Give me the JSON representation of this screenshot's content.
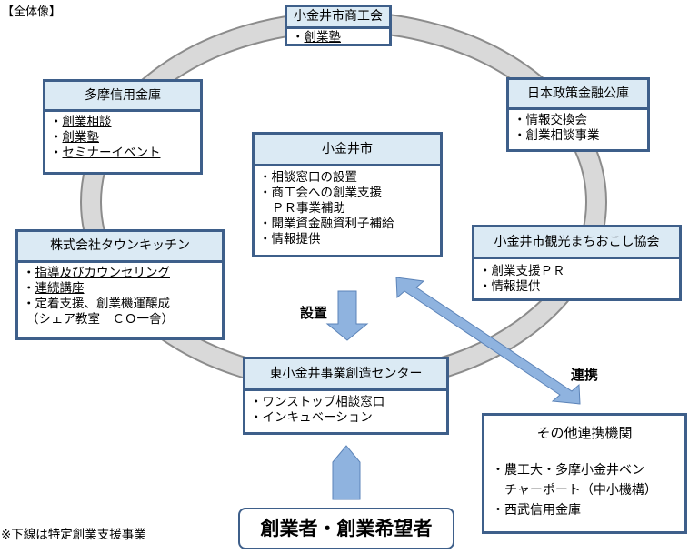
{
  "overview_title": "【全体像】",
  "note": "※下線は特定創業支援事業",
  "colors": {
    "border": "#3e5f8a",
    "header_fill": "#dbeaf4",
    "arrow_fill": "#8fb3df",
    "ring": "#d9d9d9",
    "ring_edge": "#8c8c8c"
  },
  "orgs": {
    "shokokai": {
      "title": "小金井市商工会",
      "items": [
        {
          "text": "創業塾",
          "underlined": true
        }
      ]
    },
    "tama_shinkin": {
      "title": "多摩信用金庫",
      "items": [
        {
          "text": "創業相談",
          "underlined": true
        },
        {
          "text": "創業塾",
          "underlined": true
        },
        {
          "text": "セミナーイベント",
          "underlined": true
        }
      ]
    },
    "jfc": {
      "title": "日本政策金融公庫",
      "items": [
        {
          "text": "情報交換会",
          "underlined": false
        },
        {
          "text": "創業相談事業",
          "underlined": false
        }
      ]
    },
    "city": {
      "title": "小金井市",
      "items": [
        {
          "text": "相談窓口の設置",
          "underlined": false
        },
        {
          "text": "商工会への創業支援",
          "continuation": "ＰＲ事業補助",
          "underlined": false
        },
        {
          "text": "開業資金融資利子補給",
          "underlined": false
        },
        {
          "text": "情報提供",
          "underlined": false
        }
      ]
    },
    "town_kitchen": {
      "title": "株式会社タウンキッチン",
      "items": [
        {
          "text": "指導及びカウンセリング",
          "underlined": true
        },
        {
          "text": "連続講座",
          "underlined": true
        },
        {
          "text": "定着支援、創業機運醸成",
          "continuation": "（シェア教室　ＣＯ一舎）",
          "underlined": false
        }
      ]
    },
    "tourism": {
      "title": "小金井市観光まちおこし協会",
      "items": [
        {
          "text": "創業支援ＰＲ",
          "underlined": false
        },
        {
          "text": "情報提供",
          "underlined": false
        }
      ]
    },
    "center": {
      "title": "東小金井事業創造センター",
      "items": [
        {
          "text": "ワンストップ相談窓口",
          "underlined": false
        },
        {
          "text": "インキュベーション",
          "underlined": false
        }
      ]
    }
  },
  "other": {
    "title": "その他連携機関",
    "lines": [
      "・農工大・多摩小金井ベン",
      "　チャーポート（中小機構）",
      "・西武信用金庫"
    ]
  },
  "arrows": {
    "setup_label": "設置",
    "link_label": "連携"
  },
  "founders": "創業者・創業希望者",
  "bullet": "・"
}
